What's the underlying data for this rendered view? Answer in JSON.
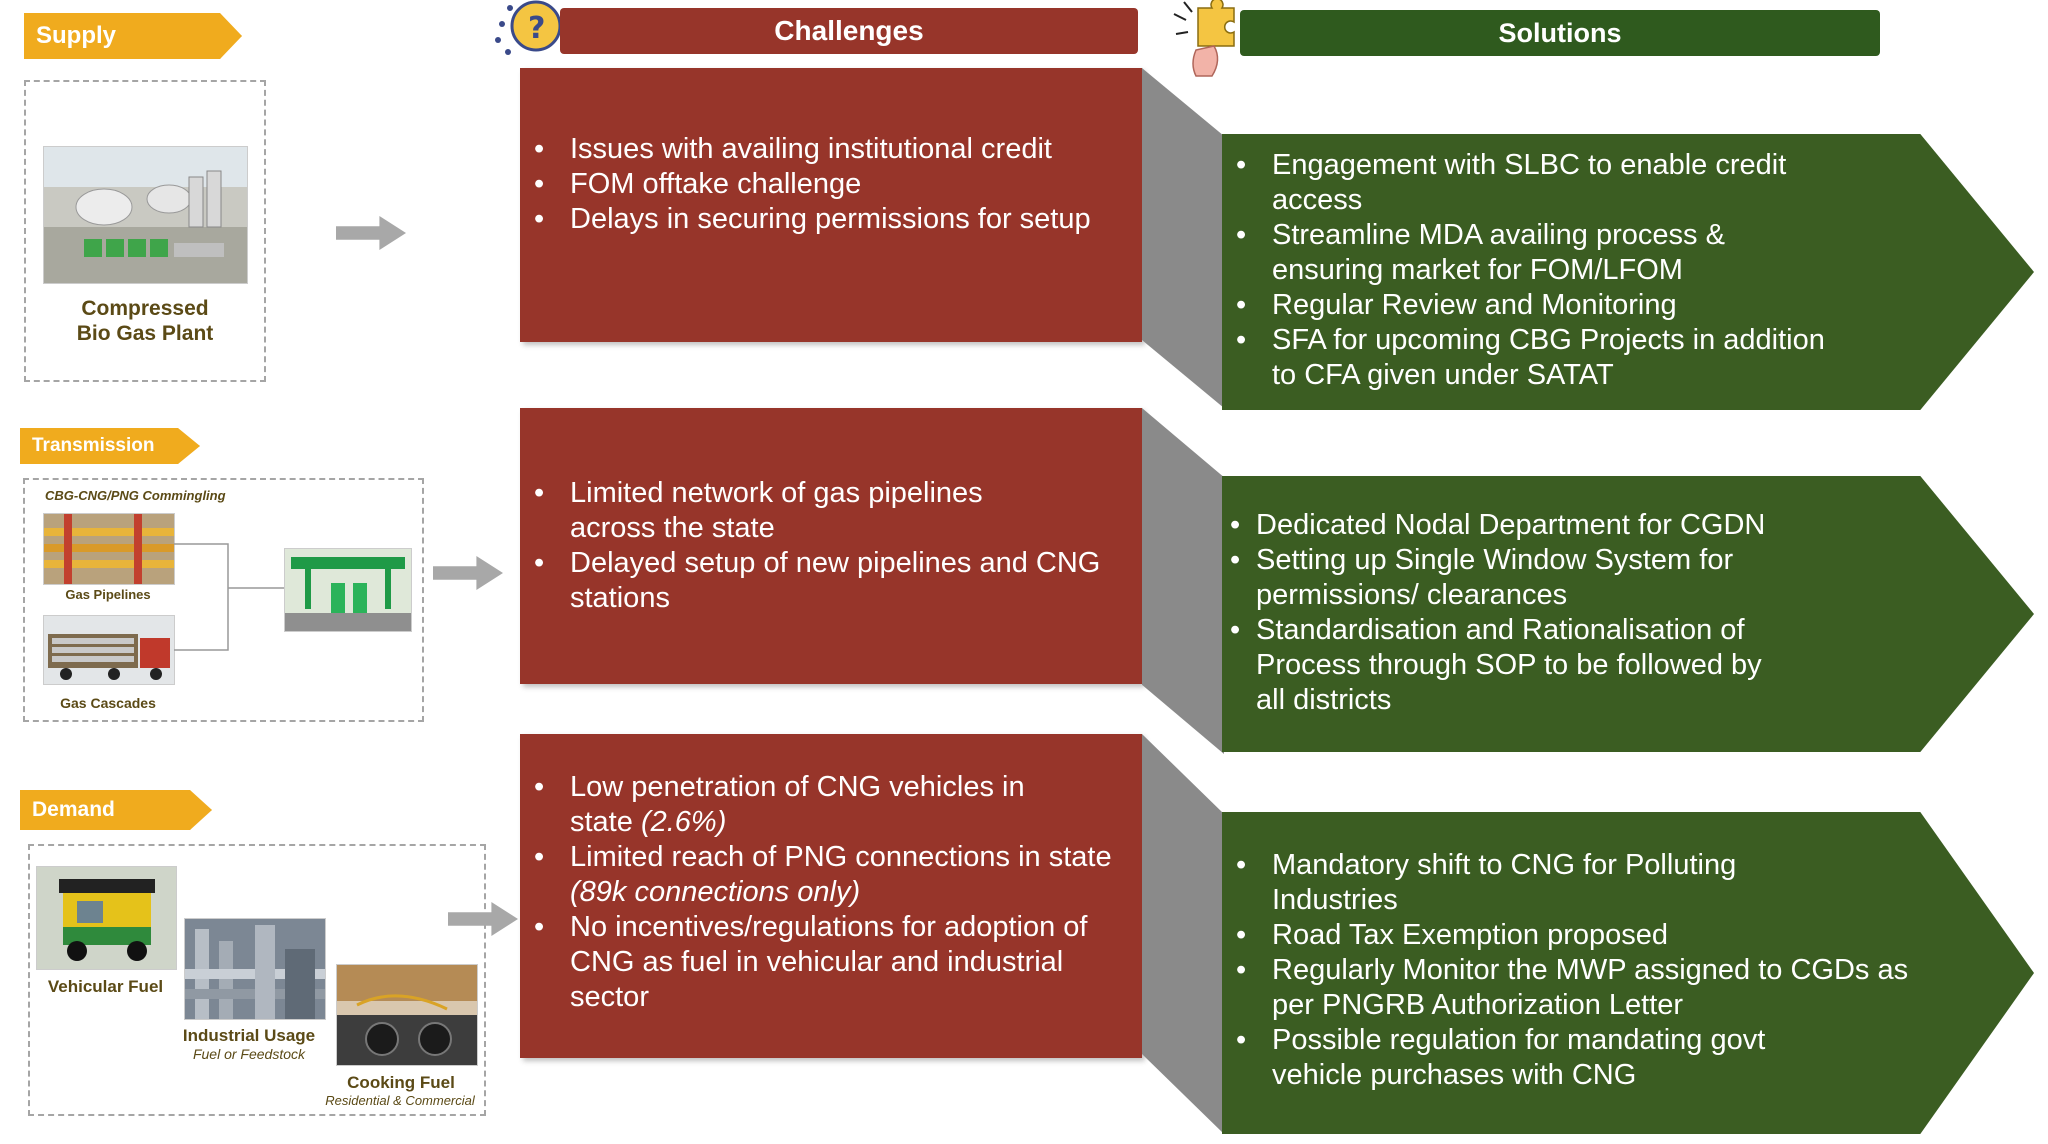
{
  "tags": {
    "supply": "Supply",
    "transmission": "Transmission",
    "demand": "Demand"
  },
  "headers": {
    "challenges": "Challenges",
    "solutions": "Solutions"
  },
  "supply": {
    "caption_line1": "Compressed",
    "caption_line2": "Bio Gas Plant"
  },
  "transmission": {
    "title": "CBG-CNG/PNG Commingling",
    "pipelines": "Gas Pipelines",
    "cascades": "Gas Cascades"
  },
  "demand": {
    "vehicular": "Vehicular Fuel",
    "industrial": "Industrial Usage",
    "industrial_sub": "Fuel or Feedstock",
    "cooking": "Cooking Fuel",
    "cooking_sub": "Residential & Commercial"
  },
  "challenges": {
    "supply": [
      "Issues with availing institutional credit",
      "FOM offtake challenge",
      "Delays in securing permissions for setup"
    ],
    "transmission": [
      "Limited network of gas pipelines across the state",
      "Delayed setup of new pipelines and CNG stations"
    ],
    "demand": [
      {
        "text": "Low penetration of CNG vehicles in state ",
        "italic": "(2.6%)"
      },
      {
        "text": "Limited reach of PNG connections in state ",
        "italic": "(89k connections only)"
      },
      {
        "text": "No incentives/regulations for adoption of CNG as fuel in vehicular and industrial sector",
        "italic": ""
      }
    ]
  },
  "solutions": {
    "supply": [
      "Engagement with SLBC to enable credit access",
      "Streamline MDA availing process & ensuring market for FOM/LFOM",
      "Regular Review and Monitoring",
      "SFA for upcoming CBG Projects  in addition to CFA given under SATAT"
    ],
    "transmission": [
      "Dedicated Nodal Department for CGDN",
      "Setting up Single Window System for permissions/ clearances",
      "Standardisation and Rationalisation of Process  through SOP to be followed by all districts"
    ],
    "demand": [
      "Mandatory shift to CNG for Polluting Industries",
      "Road Tax Exemption proposed",
      "Regularly Monitor the MWP assigned to CGDs as per PNGRB Authorization Letter",
      "Possible regulation for mandating govt vehicle purchases with CNG"
    ]
  },
  "colors": {
    "challenge_red": "#97352a",
    "solution_green": "#3b5d22",
    "tag_orange": "#f0ab1e",
    "caption_brown": "#5b4a16"
  },
  "icons": {
    "challenges": "question-head-icon",
    "solutions": "puzzle-hand-icon"
  }
}
